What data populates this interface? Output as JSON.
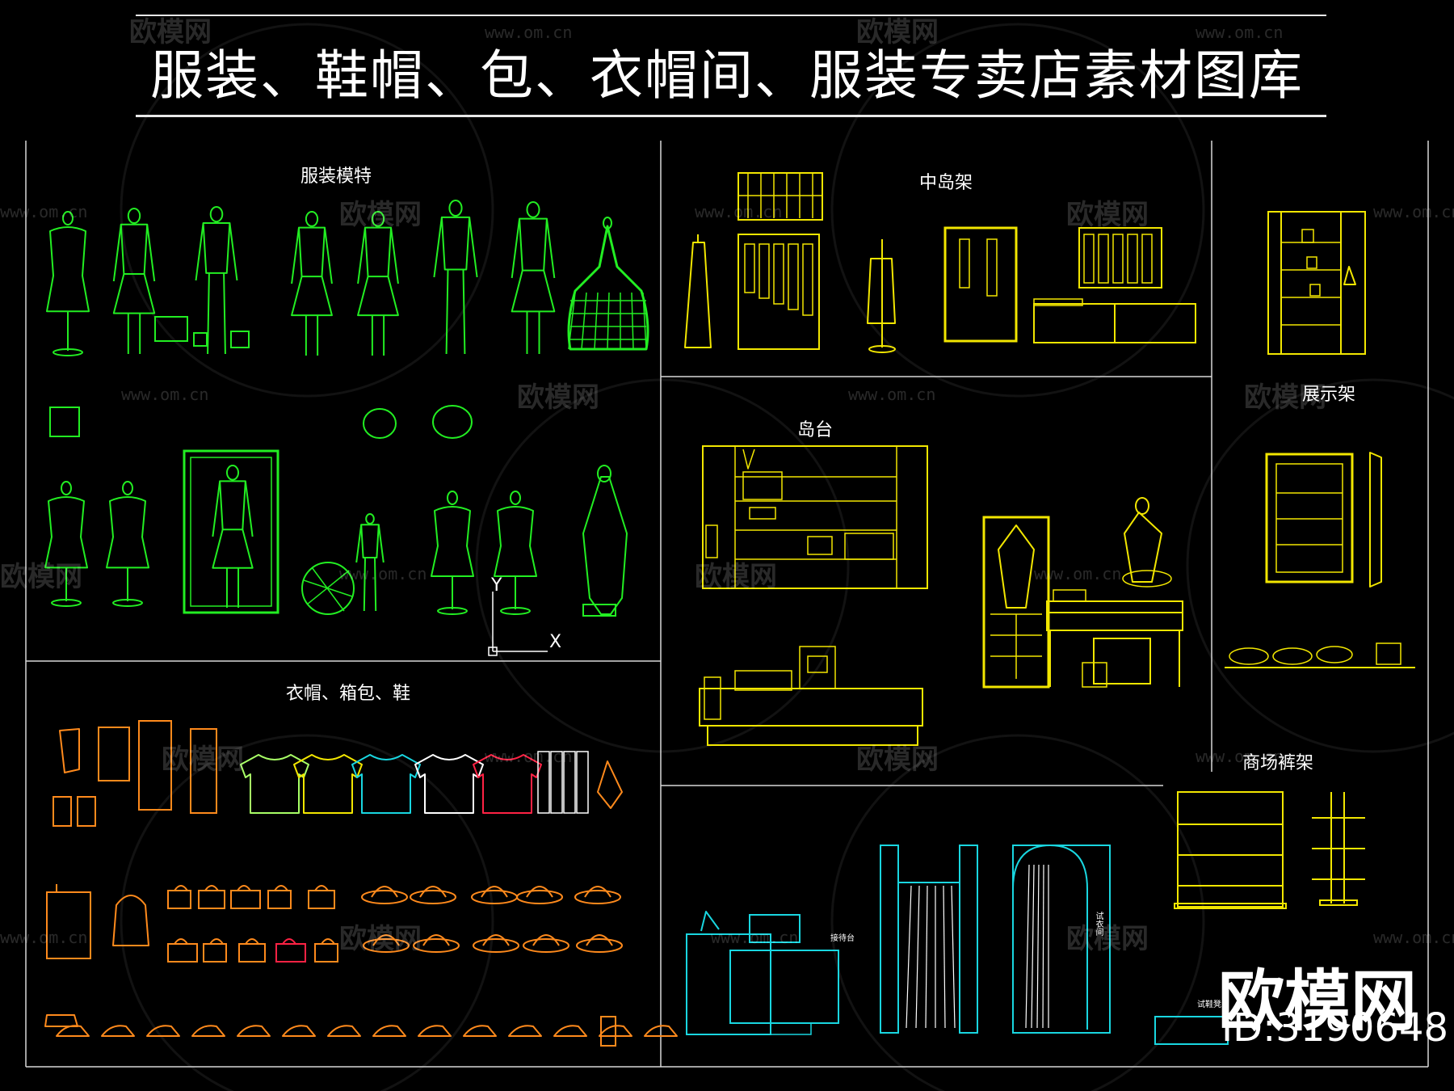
{
  "title": "服装、鞋帽、包、衣帽间、服装专卖店素材图库",
  "sections": {
    "mannequins": "服装模特",
    "island_rack": "中岛架",
    "island_table": "岛台",
    "display_rack": "展示架",
    "clothing_bags_shoes": "衣帽、箱包、鞋",
    "mall_pants_rack": "商场裤架"
  },
  "small_labels": {
    "reception_desk": "接待台",
    "fitting_room": "试衣间",
    "fitting_stool": "试鞋凳"
  },
  "axis": {
    "y": "Y",
    "x": "X"
  },
  "watermark": {
    "brand_text": "欧模网",
    "url": "www.om.cn",
    "id": "ID:3190648"
  },
  "colors": {
    "background": "#000000",
    "mannequins": "#22ee22",
    "racks": "#f2e600",
    "apparel": "#ff8a1c",
    "cyan": "#19d6e0",
    "white": "#ffffff",
    "red": "#ff2244",
    "frame": "#d8d8d8"
  }
}
